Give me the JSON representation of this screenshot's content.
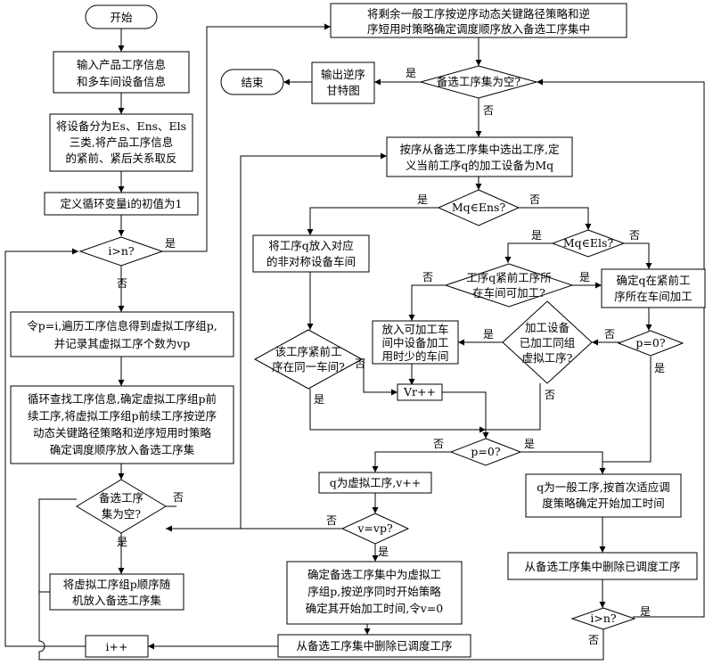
{
  "nodes": {
    "start": {
      "text": "开始"
    },
    "n1": {
      "lines": [
        "输入产品工序信息",
        "和多车间设备信息"
      ]
    },
    "n2": {
      "lines": [
        "将设备分为Es、Ens、Els",
        "三类,将产品工序信息",
        "的紧前、紧后关系取反"
      ]
    },
    "n3": {
      "lines": [
        "定义循环变量i的初值为1"
      ]
    },
    "d1": {
      "text": "i>n?"
    },
    "n4": {
      "lines": [
        "令p=i,遍历工序信息得到虚拟工序组p,",
        "并记录其虚拟工序个数为vp"
      ]
    },
    "n5": {
      "lines": [
        "循环查找工序信息,确定虚拟工序组p前",
        "续工序,将虚拟工序组p前续工序按逆序",
        "动态关键路径策略和逆序短用时策略",
        "确定调度顺序放入备选工序集"
      ]
    },
    "d2": {
      "lines": [
        "备选工序",
        "集为空?"
      ]
    },
    "n6": {
      "lines": [
        "将虚拟工序组p顺序随",
        "机放入备选工序集"
      ]
    },
    "n7": {
      "text": "i++"
    },
    "n8": {
      "text": "从备选工序集中删除已调度工序"
    },
    "n9": {
      "lines": [
        "确定备选工序集中为虚拟工",
        "序组p,按逆序同时开始策略",
        "确定其开始加工时间,令v=0"
      ]
    },
    "d3": {
      "text": "v=vp?"
    },
    "n10": {
      "text": "q为虚拟工序,v++"
    },
    "d4": {
      "text": "p=0?"
    },
    "n11": {
      "text": "Vr++"
    },
    "d5": {
      "lines": [
        "该工序紧前工",
        "序在同一车间?"
      ]
    },
    "n12": {
      "lines": [
        "将工序q放入对应",
        "的非对称设备车间"
      ]
    },
    "d6": {
      "text": "Mq∈Ens?"
    },
    "n13": {
      "lines": [
        "按序从备选工序集中选出工序,定",
        "义当前工序q的加工设备为Mq"
      ]
    },
    "d7": {
      "text": "备选工序集为空?"
    },
    "n14": {
      "lines": [
        "将剩余一般工序按逆序动态关键路径策略和逆",
        "序短用时策略确定调度顺序放入备选工序集中"
      ]
    },
    "n15": {
      "lines": [
        "输出逆序",
        "甘特图"
      ]
    },
    "end": {
      "text": "结束"
    },
    "d8": {
      "text": "Mq∈Els?"
    },
    "d9": {
      "lines": [
        "工序q紧前工序所",
        "在车间可加工?"
      ]
    },
    "n16": {
      "lines": [
        "确定q在紧前工",
        "序所在车间加工"
      ]
    },
    "n17": {
      "lines": [
        "放入可加工车",
        "间中设备加工",
        "用时少的车间"
      ]
    },
    "d10": {
      "lines": [
        "加工设备",
        "已加工同组",
        "虚拟工序?"
      ]
    },
    "d11": {
      "text": "p=0?"
    },
    "n18": {
      "lines": [
        "q为一般工序,按首次适应调",
        "度策略确定开始加工时间"
      ]
    },
    "n19": {
      "text": "从备选工序集中删除已调度工序"
    },
    "d12": {
      "text": "i>n?"
    }
  },
  "labels": {
    "yes": "是",
    "no": "否"
  }
}
